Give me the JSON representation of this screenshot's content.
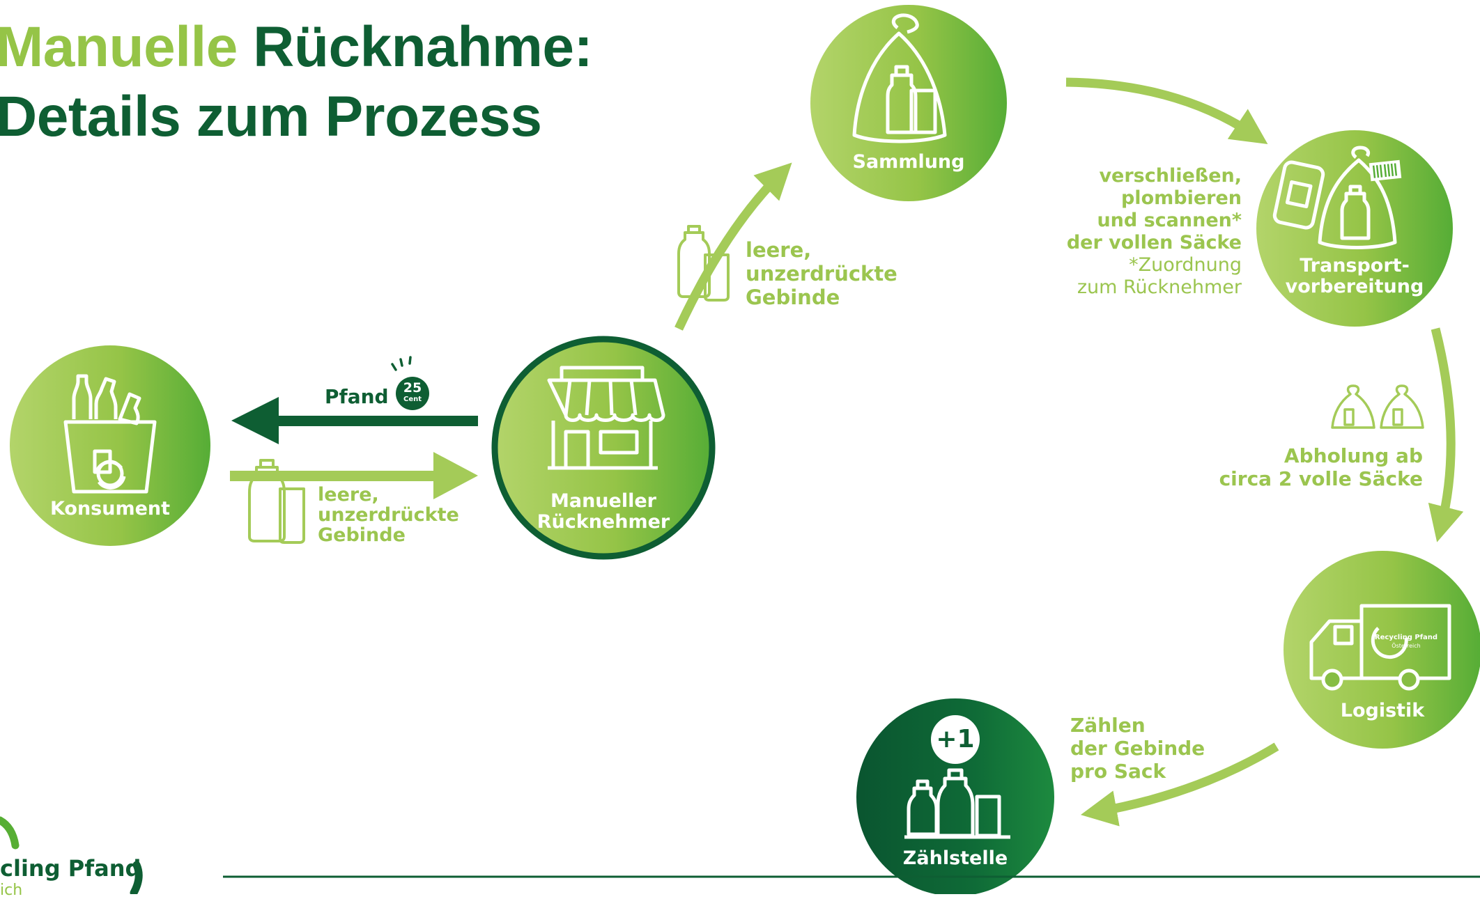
{
  "title": {
    "word_highlight": "Manuelle",
    "line1_rest": " Rücknahme:",
    "line2": "Details zum Prozess"
  },
  "nodes": {
    "konsument": "Konsument",
    "ruecknehmer": [
      "Manueller",
      "Rücknehmer"
    ],
    "sammlung": "Sammlung",
    "transport": [
      "Transport-",
      "vorbereitung"
    ],
    "logistik": "Logistik",
    "zaehlstelle": "Zählstelle"
  },
  "arrows": {
    "pfand": "Pfand",
    "coin_value": "25",
    "coin_unit": "Cent",
    "empties_to_shop": [
      "leere,",
      "unzerdrückte",
      "Gebinde"
    ],
    "empties_to_collection": [
      "leere,",
      "unzerdrückte",
      "Gebinde"
    ],
    "seal": [
      "verschließen,",
      "plombieren",
      "und scannen*",
      "der vollen Säcke"
    ],
    "seal_note": [
      "*Zuordnung",
      "zum Rücknehmer"
    ],
    "pickup": [
      "Abholung ab",
      "circa 2 volle Säcke"
    ],
    "count": [
      "Zählen",
      "der Gebinde",
      "pro Sack"
    ]
  },
  "counter_badge": "+1",
  "van_logo": [
    "Recycling Pfand",
    "Österreich"
  ],
  "logo": {
    "text": "cling Pfand",
    "sub": "ich"
  },
  "colors": {
    "dark_green": "#0e5e33",
    "light_green": "#9bc54f",
    "bright_green": "#57ae34"
  },
  "icons": [
    "shopping-basket-icon",
    "shop-icon",
    "bag-icon",
    "bottle-icon",
    "can-icon",
    "phone-scan-icon",
    "barcode-icon",
    "van-icon",
    "coin-icon"
  ]
}
